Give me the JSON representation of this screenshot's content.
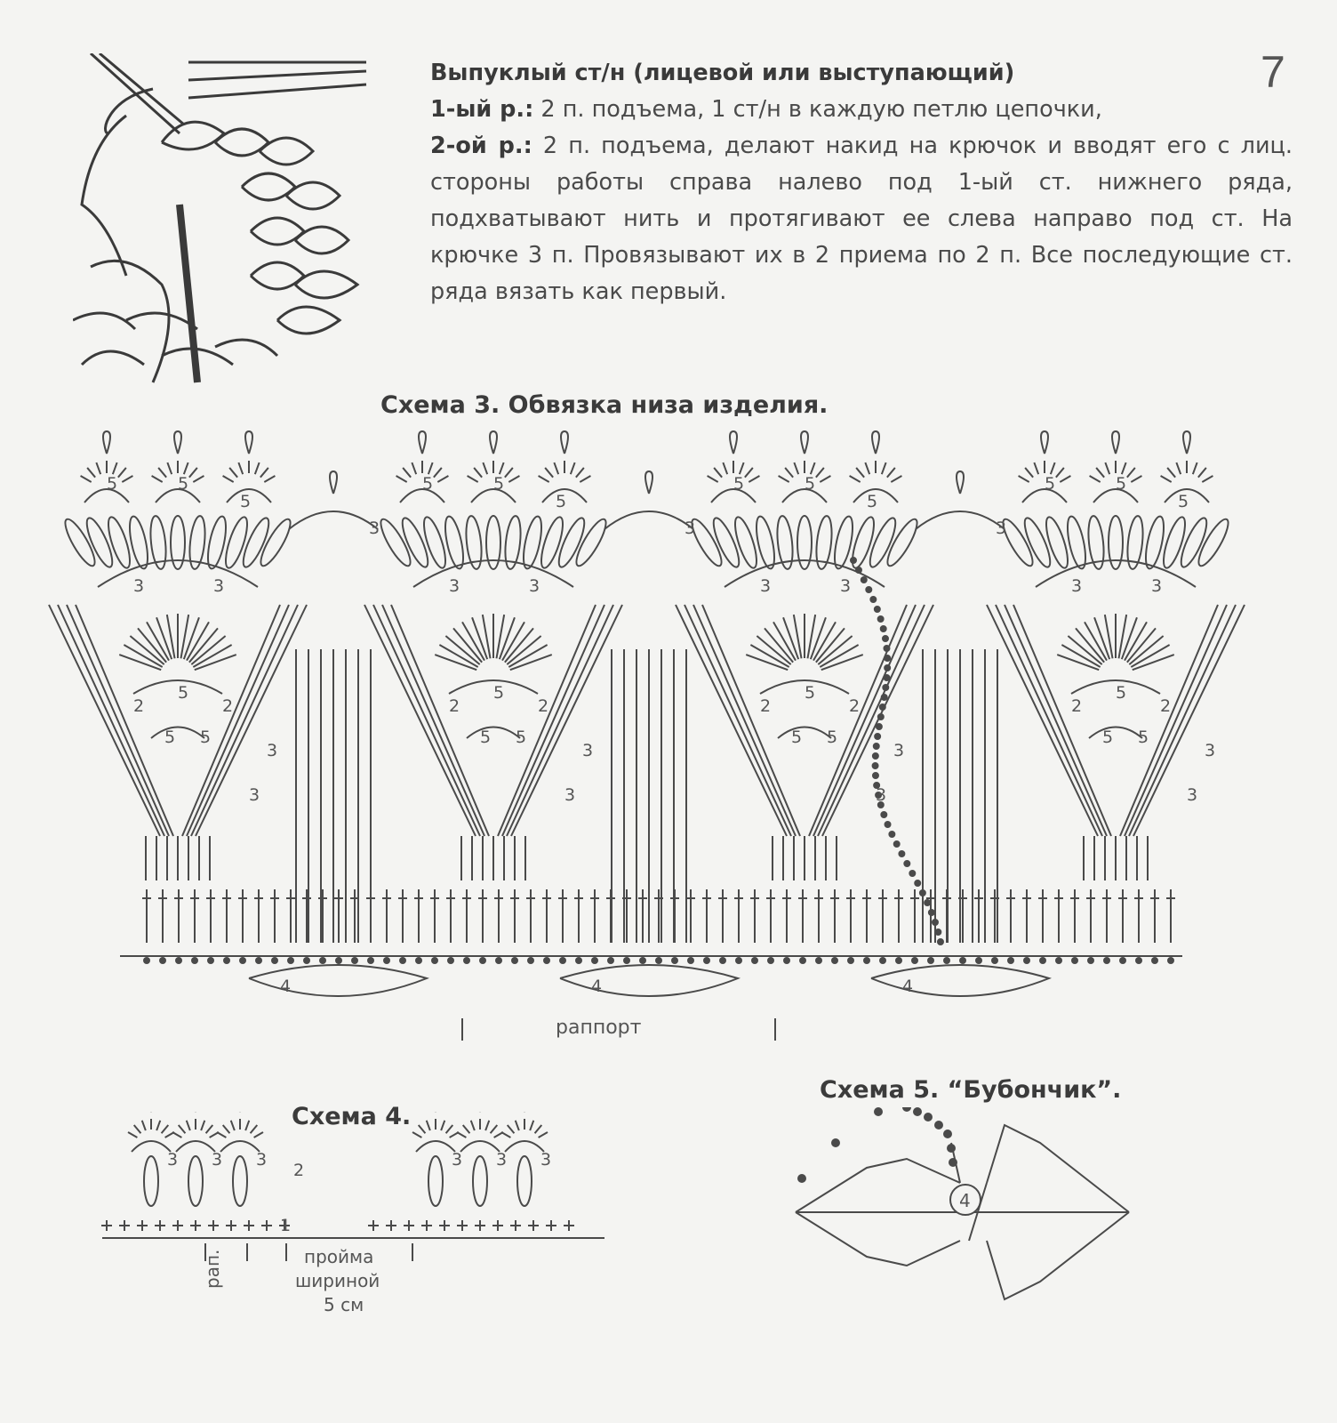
{
  "page": {
    "number": "7"
  },
  "intro": {
    "heading": "Выпуклый ст/н (лицевой или выступающий)",
    "row1_label": "1-ый р.:",
    "row1_text": " 2 п. подъема, 1 ст/н в каждую петлю цепочки,",
    "row2_label": "2-ой р.:",
    "row2_text": " 2 п. подъема, делают накид на крючок и вводят его с лиц. стороны работы справа налево под 1-ый ст. нижнего ряда, подхватывают нить и протягивают ее слева направо под ст. На крючке 3 п. Провязывают их в 2 приема по 2 п. Все последующие ст. ряда вязать как первый."
  },
  "scheme3": {
    "title": "Схема 3. Обвязка низа изделия.",
    "repeat_label": "раппорт",
    "numbers": [
      "5",
      "3",
      "2",
      "4"
    ]
  },
  "scheme4": {
    "title": "Схема 4.",
    "rep_label": "рап.",
    "armhole_line1": "пройма",
    "armhole_line2": "шириной",
    "armhole_line3": "5 см",
    "numbers": [
      "3",
      "2",
      "1"
    ]
  },
  "scheme5": {
    "title": "Схема 5. “Бубончик”.",
    "center_number": "4"
  }
}
